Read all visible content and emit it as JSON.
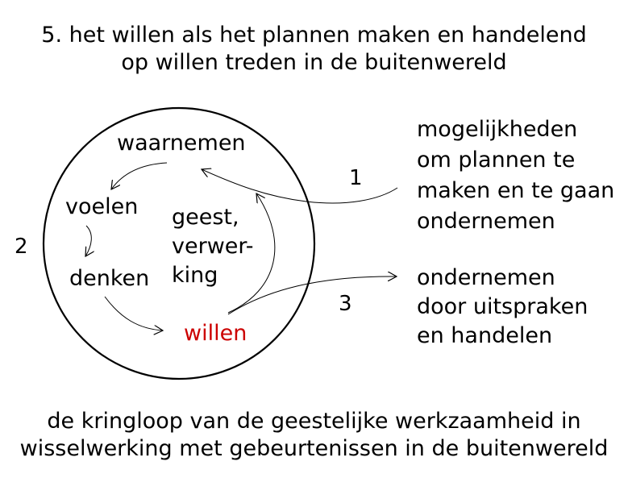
{
  "title": {
    "line1": "5. het willen als het plannen maken en handelend",
    "line2": "op willen treden in de buitenwereld"
  },
  "circle": {
    "waarnemen": "waarnemen",
    "voelen": "voelen",
    "denken": "denken",
    "willen": "willen",
    "center_line1": "geest,",
    "center_line2": "verwer-",
    "center_line3": "king"
  },
  "numbers": {
    "one": "1",
    "two": "2",
    "three": "3"
  },
  "right_top": {
    "line1": "mogelijkheden",
    "line2": "om plannen te",
    "line3": "maken en te gaan",
    "line4": "ondernemen"
  },
  "right_bottom": {
    "line1": "ondernemen",
    "line2": "door uitspraken",
    "line3": "en handelen"
  },
  "caption": {
    "line1": "de kringloop van de geestelijke werkzaamheid in",
    "line2": "wisselwerking met gebeurtenissen in de buitenwereld"
  },
  "colors": {
    "text": "#000000",
    "accent": "#cc0000",
    "background": "#ffffff"
  }
}
